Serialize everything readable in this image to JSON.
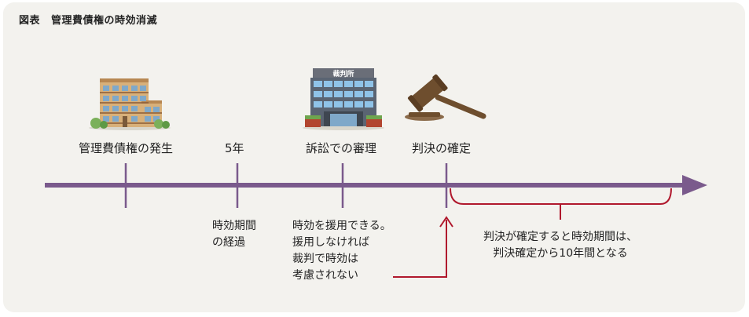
{
  "figure": {
    "label": "図表",
    "title": "管理費債権の時効消滅"
  },
  "events": [
    {
      "id": "occurrence",
      "label": "管理費債権の発生"
    },
    {
      "id": "five-years",
      "label": "5年"
    },
    {
      "id": "trial",
      "label": "訴訟での審理"
    },
    {
      "id": "judgment",
      "label": "判決の確定"
    }
  ],
  "notes": {
    "elapsed": [
      "時効期間",
      "の経過"
    ],
    "invoked": [
      "時効を援用できる。",
      "援用しなければ",
      "裁判で時効は",
      "考慮されない"
    ],
    "after_judgment": [
      "判決が確定すると時効期間は、",
      "判決確定から10年間となる"
    ]
  },
  "building_sign": "裁判所",
  "colors": {
    "timeline": "#7a5a8c",
    "arrow": "#b0182d",
    "panel": "#f3f2ee"
  }
}
